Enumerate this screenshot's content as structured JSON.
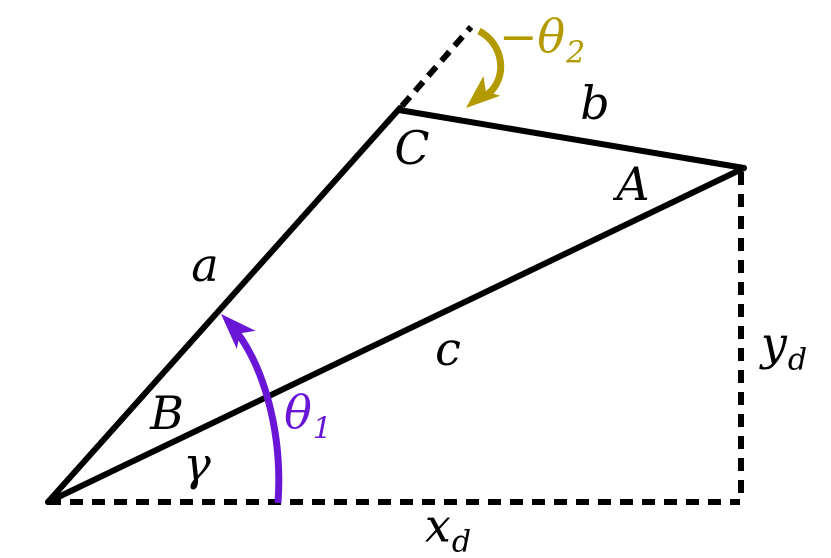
{
  "labels": {
    "side_a": "a",
    "side_b": "b",
    "side_c": "c",
    "vertex_A": "A",
    "vertex_B": "B",
    "vertex_C": "C",
    "angle_gamma": "γ",
    "angle_theta1": {
      "base": "θ",
      "sub": "1"
    },
    "angle_theta2": {
      "base": "−θ",
      "sub": "2"
    },
    "x_distance": {
      "base": "x",
      "sub": "d"
    },
    "y_distance": {
      "base": "y",
      "sub": "d"
    }
  },
  "colors": {
    "line": "#000000",
    "theta1": "#6916D6",
    "theta2": "#B29A00",
    "background": "#ffffff"
  }
}
